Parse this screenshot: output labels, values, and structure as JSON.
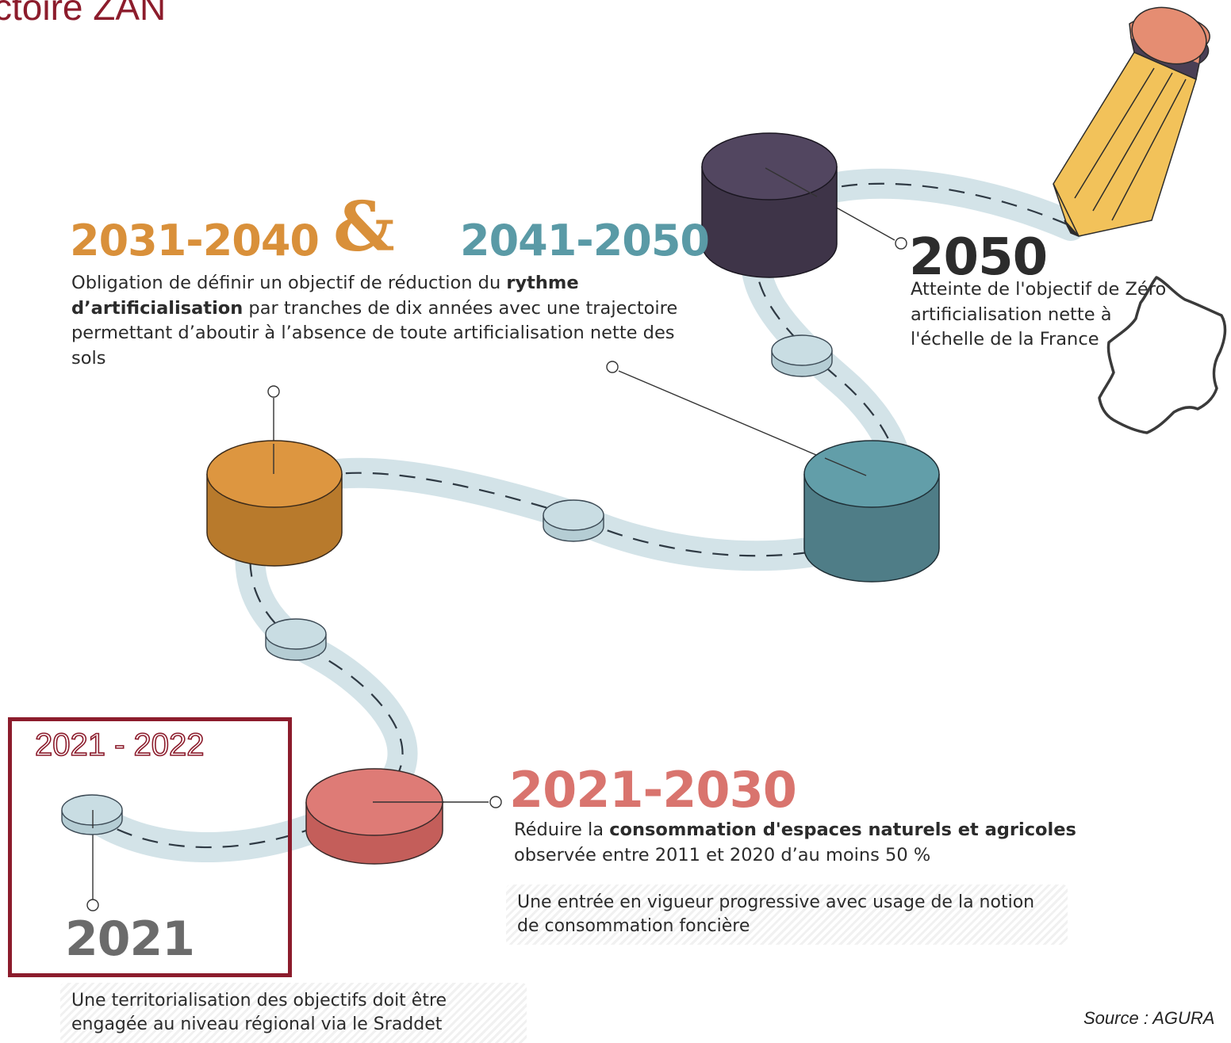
{
  "header": {
    "title_fragment": "ctoire ZAN"
  },
  "milestones": {
    "m2031": {
      "years": "2031-2040",
      "color": "#d9903a"
    },
    "ampersand": "&",
    "m2041": {
      "years": "2041-2050",
      "color": "#5a9aa6"
    },
    "tranche_text": {
      "p1": "Obligation de définir un objectif de réduction du ",
      "b1": "rythme d’artificialisation",
      "p2": " par tranches de dix années avec une trajectoire permettant d’aboutir à l’absence de toute artificialisation nette des sols"
    },
    "m2050": {
      "year": "2050",
      "color": "#4a3f55",
      "text": "Atteinte de l'objectif de Zéro artificialisation nette à l'échelle de la France"
    },
    "m2021_2030": {
      "years": "2021-2030",
      "color": "#d9746e",
      "p1": "Réduire la ",
      "b1": "consommation d'espaces naturels et agricoles",
      "p2": " observée entre 2011 et 2020 d’au moins 50 %",
      "note": "Une entrée en vigueur progressive avec usage de la notion de consommation foncière"
    },
    "m2021": {
      "year": "2021",
      "color": "#6b6b6b",
      "note": "Une territorialisation des objectifs doit être engagée au niveau régional via le Sraddet"
    }
  },
  "highlight": {
    "label": "2021 - 2022",
    "color": "#8c1c2c"
  },
  "footer": {
    "source": "Source : AGURA"
  },
  "palette": {
    "road": "#d3e3e8",
    "dash": "#2f3a44",
    "small_disc": "#c9dde3",
    "pencil_body": "#f2c25a",
    "pencil_eraser": "#e58d72",
    "pencil_band": "#4a3f55"
  }
}
